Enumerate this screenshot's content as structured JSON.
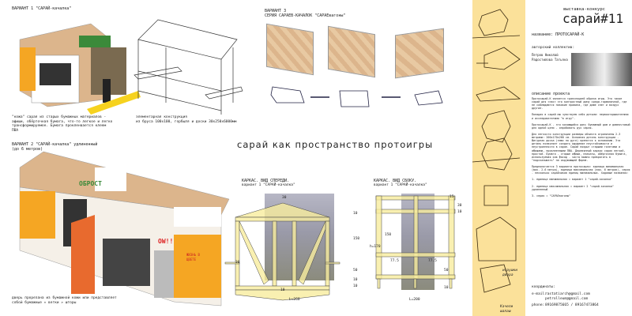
{
  "variant1": {
    "title": "ВАРИАНТ 1 \"САРАЙ-качалка\"",
    "caption": "\"кожа\" сарая из старых бумажных материалов - афиши, обёрточная бумага, что-то легкое и легко трансформируемое. Бумага прокленвается клеем ПВА",
    "frame_caption": "элементарная конструкция\nиз бруса 100х100, горбыля и доски 30х250х6000мм"
  },
  "variant2": {
    "title": "ВАРИАНТ 2 \"САРАЙ-качалка\" удлиненный\n(до 6 метров)",
    "caption": "дверь прорезана из бумажной кожи или представляет\nсобой бумажные « ветки » шторы",
    "poster_text": [
      "ОБРОСТ",
      "OW!!",
      "ЖИЗНЬ В ЦВЕТЕ"
    ]
  },
  "variant3": {
    "title": "ВАРИАНТ 3\nСЕРИЯ САРАЕВ-КАЧАЛОК \"САРАЕвагоны\""
  },
  "headline": "сарай как пространство протоигры",
  "front": {
    "title": "КАРКАС. ВИД СПЕРЕДИ.",
    "subtitle": "вариант 1 \"САРАЙ-качалка\"",
    "dims": {
      "top": "30",
      "d10": "10",
      "d150": "150",
      "d50": "50",
      "d10b": "10",
      "d10c": "10",
      "bottom": "10",
      "side": "30",
      "length": "L=260"
    }
  },
  "side": {
    "title": "КАРКАС. ВИД СБОКУ.",
    "subtitle": "вариант 1 \"САРАЙ-качалка\"",
    "dims": {
      "top": "15",
      "d30": "30",
      "d10": "10",
      "d150": "150",
      "h": "h=170",
      "left": "77.5",
      "right": "77.5",
      "d50": "50",
      "bottom": "10",
      "length": "L=200"
    }
  },
  "panel": {
    "exhibition": "выставка-конкурс",
    "brand": "сарай#11",
    "name_label": "название: ПРОТОСАРАЙ-К",
    "team_label": "авторский коллектив:",
    "authors": "Петров Николай\nРадостилова Татьяна",
    "desc_title": "описание проекта",
    "desc": "Протосарай-К является трансляцией образа игры. Это такое сарай для «нас» это контрастный дому среди-гармоничной, где не соблюдаются никакие правила, где даже снег и воздух другие.\n\nПопадая в сарай мы чувствуем себя детьми: первооткрывателями и исследователями \"в игру\".\n\nПротосарай-К - это качающийся дом; бумажный дом и домпочтовый для одной цели - опробовать дух сарая.\n\nДля легкости конструкции размеры объекта ограничены 2-3 метрами: 200х170х260 см. Основная деталь конструкции - фигурная доска (плюс по дуге) крепится к основанию. Эта деталь позволяет создать ощущение неустойчивости и неустроенности в сарае. Сарай покрыт старыми газетами и афишами, проклеенными ПВА. Деревянный каркас сарая легкий, простой. Бумага - старые афиши, плакаты, обёрточная бумага, используемая как фасад - часто можно превратить в \"подсказывать\" на окружающей форме.\n\nПредполагается 3 варианта протосарая: единица минимальная (max. 2.6 метра), единица максимальная (max. 6 метров), серия - несколько сарайчиков единиц минимальных. Ходовые названия:\n\n1- единица минимальная = вариант 1 \"сарай-качалка\"\n\n2- единица максимальная = вариант 2 \"сарай-качалка\" удлиненный\n\n3- серия = \"САРАЕвагоны\"",
    "coords_label": "координаты:",
    "email_label": "e-mail:",
    "emails": "rastatiarch@gmail.com\npetrolleum@gmail.com",
    "phone_label": "phone:",
    "phones": "89169875665 / 89167473864",
    "sketch_notes": [
      "игрушки двора",
      "Качели шалаш"
    ]
  },
  "colors": {
    "accent_yellow": "#fbe19a",
    "frame_yellow": "#f7ec9e"
  }
}
